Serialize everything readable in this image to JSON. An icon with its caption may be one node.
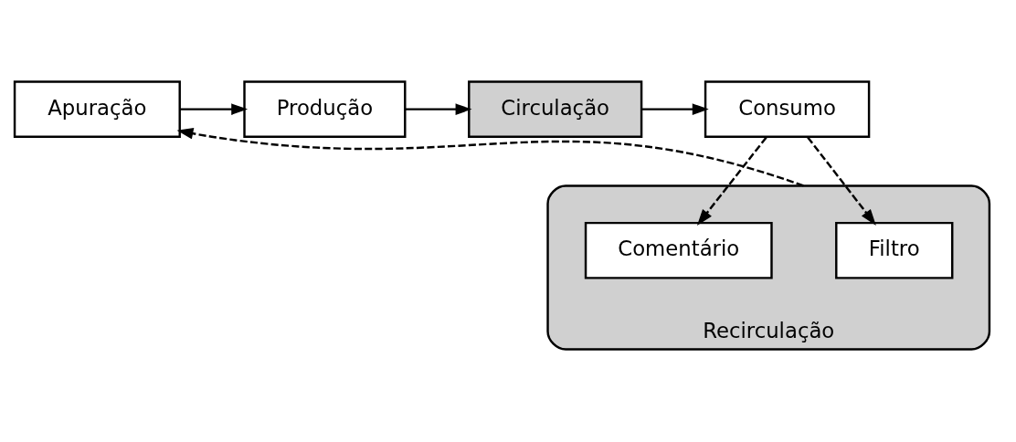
{
  "diagram": {
    "nodes": [
      {
        "text": [
          "Apuração"
        ]
      },
      {
        "text": [
          "Produção"
        ]
      },
      {
        "text": [
          "Circulação"
        ]
      },
      {
        "text": [
          "Consumo"
        ]
      },
      {
        "text": [
          "Recirculação"
        ]
      },
      {
        "text": [
          "Filtro"
        ],
        "in": 4
      },
      {
        "text": [
          "Comentário"
        ],
        "in": 4
      }
    ],
    "edges": [
      {
        "from": 0,
        "to": 1,
        "arrow": "to"
      },
      {
        "from": 1,
        "to": 2,
        "arrow": "to"
      },
      {
        "from": 2,
        "to": 3,
        "arrow": "to"
      },
      {
        "from": 3,
        "to": 5,
        "arrow": "to",
        "style": "dashed"
      },
      {
        "from": 3,
        "to": 6,
        "arrow": "to",
        "style": "dashed"
      },
      {
        "from": 4,
        "to": 0,
        "arrow": "to",
        "style": "dashed"
      }
    ]
  }
}
